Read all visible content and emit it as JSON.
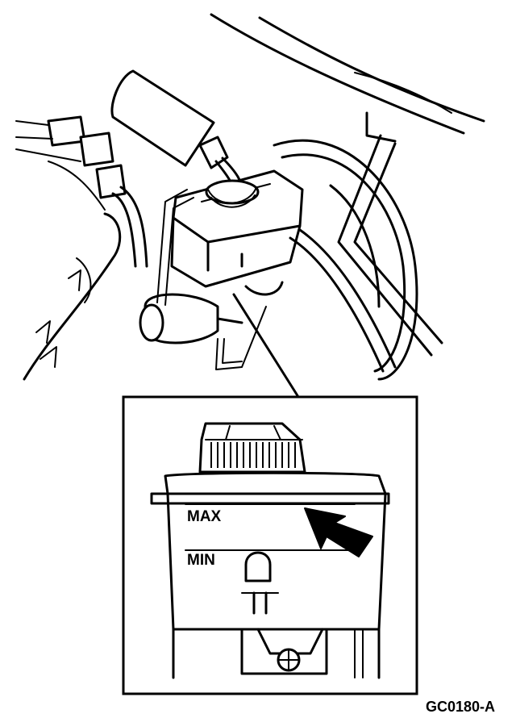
{
  "figure": {
    "code": "GC0180-A",
    "level_labels": {
      "max": "MAX",
      "min": "MIN"
    }
  }
}
